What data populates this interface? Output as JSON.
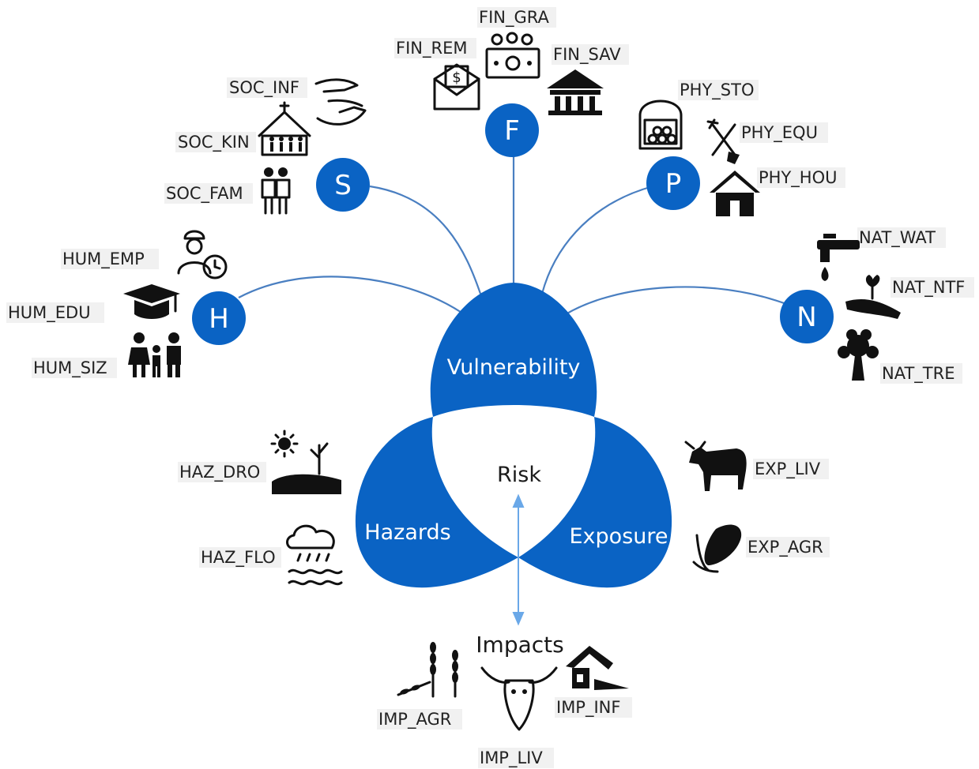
{
  "capitals": {
    "human": "H",
    "social": "S",
    "financial": "F",
    "physical": "P",
    "natural": "N"
  },
  "venn": {
    "vulnerability": "Vulnerability",
    "hazards": "Hazards",
    "exposure": "Exposure",
    "risk": "Risk",
    "impacts": "Impacts"
  },
  "indicators": {
    "fin_gra": "FIN_GRA",
    "fin_rem": "FIN_REM",
    "fin_sav": "FIN_SAV",
    "soc_inf": "SOC_INF",
    "soc_kin": "SOC_KIN",
    "soc_fam": "SOC_FAM",
    "phy_sto": "PHY_STO",
    "phy_equ": "PHY_EQU",
    "phy_hou": "PHY_HOU",
    "hum_emp": "HUM_EMP",
    "hum_edu": "HUM_EDU",
    "hum_siz": "HUM_SIZ",
    "nat_wat": "NAT_WAT",
    "nat_ntf": "NAT_NTF",
    "nat_tre": "NAT_TRE",
    "haz_dro": "HAZ_DRO",
    "haz_flo": "HAZ_FLO",
    "exp_liv": "EXP_LIV",
    "exp_agr": "EXP_AGR",
    "imp_agr": "IMP_AGR",
    "imp_liv": "IMP_LIV",
    "imp_inf": "IMP_INF"
  },
  "icons": [
    "grant-cash-icon",
    "remittance-envelope-icon",
    "bank-savings-icon",
    "helping-hands-icon",
    "church-community-icon",
    "family-couple-icon",
    "grain-storage-icon",
    "farm-tools-icon",
    "house-icon",
    "worker-clock-icon",
    "graduation-cap-icon",
    "family-size-icon",
    "water-tap-icon",
    "hand-plant-icon",
    "tree-icon",
    "drought-icon",
    "flood-rain-icon",
    "cow-icon",
    "maize-icon",
    "wheat-crop-icon",
    "cattle-skull-icon",
    "damaged-house-icon"
  ],
  "colors": {
    "primary_blue": "#0a63c4",
    "connector": "#4a7fc1",
    "arrow": "#6aa8e8",
    "label_bg": "#f1f1f1"
  }
}
